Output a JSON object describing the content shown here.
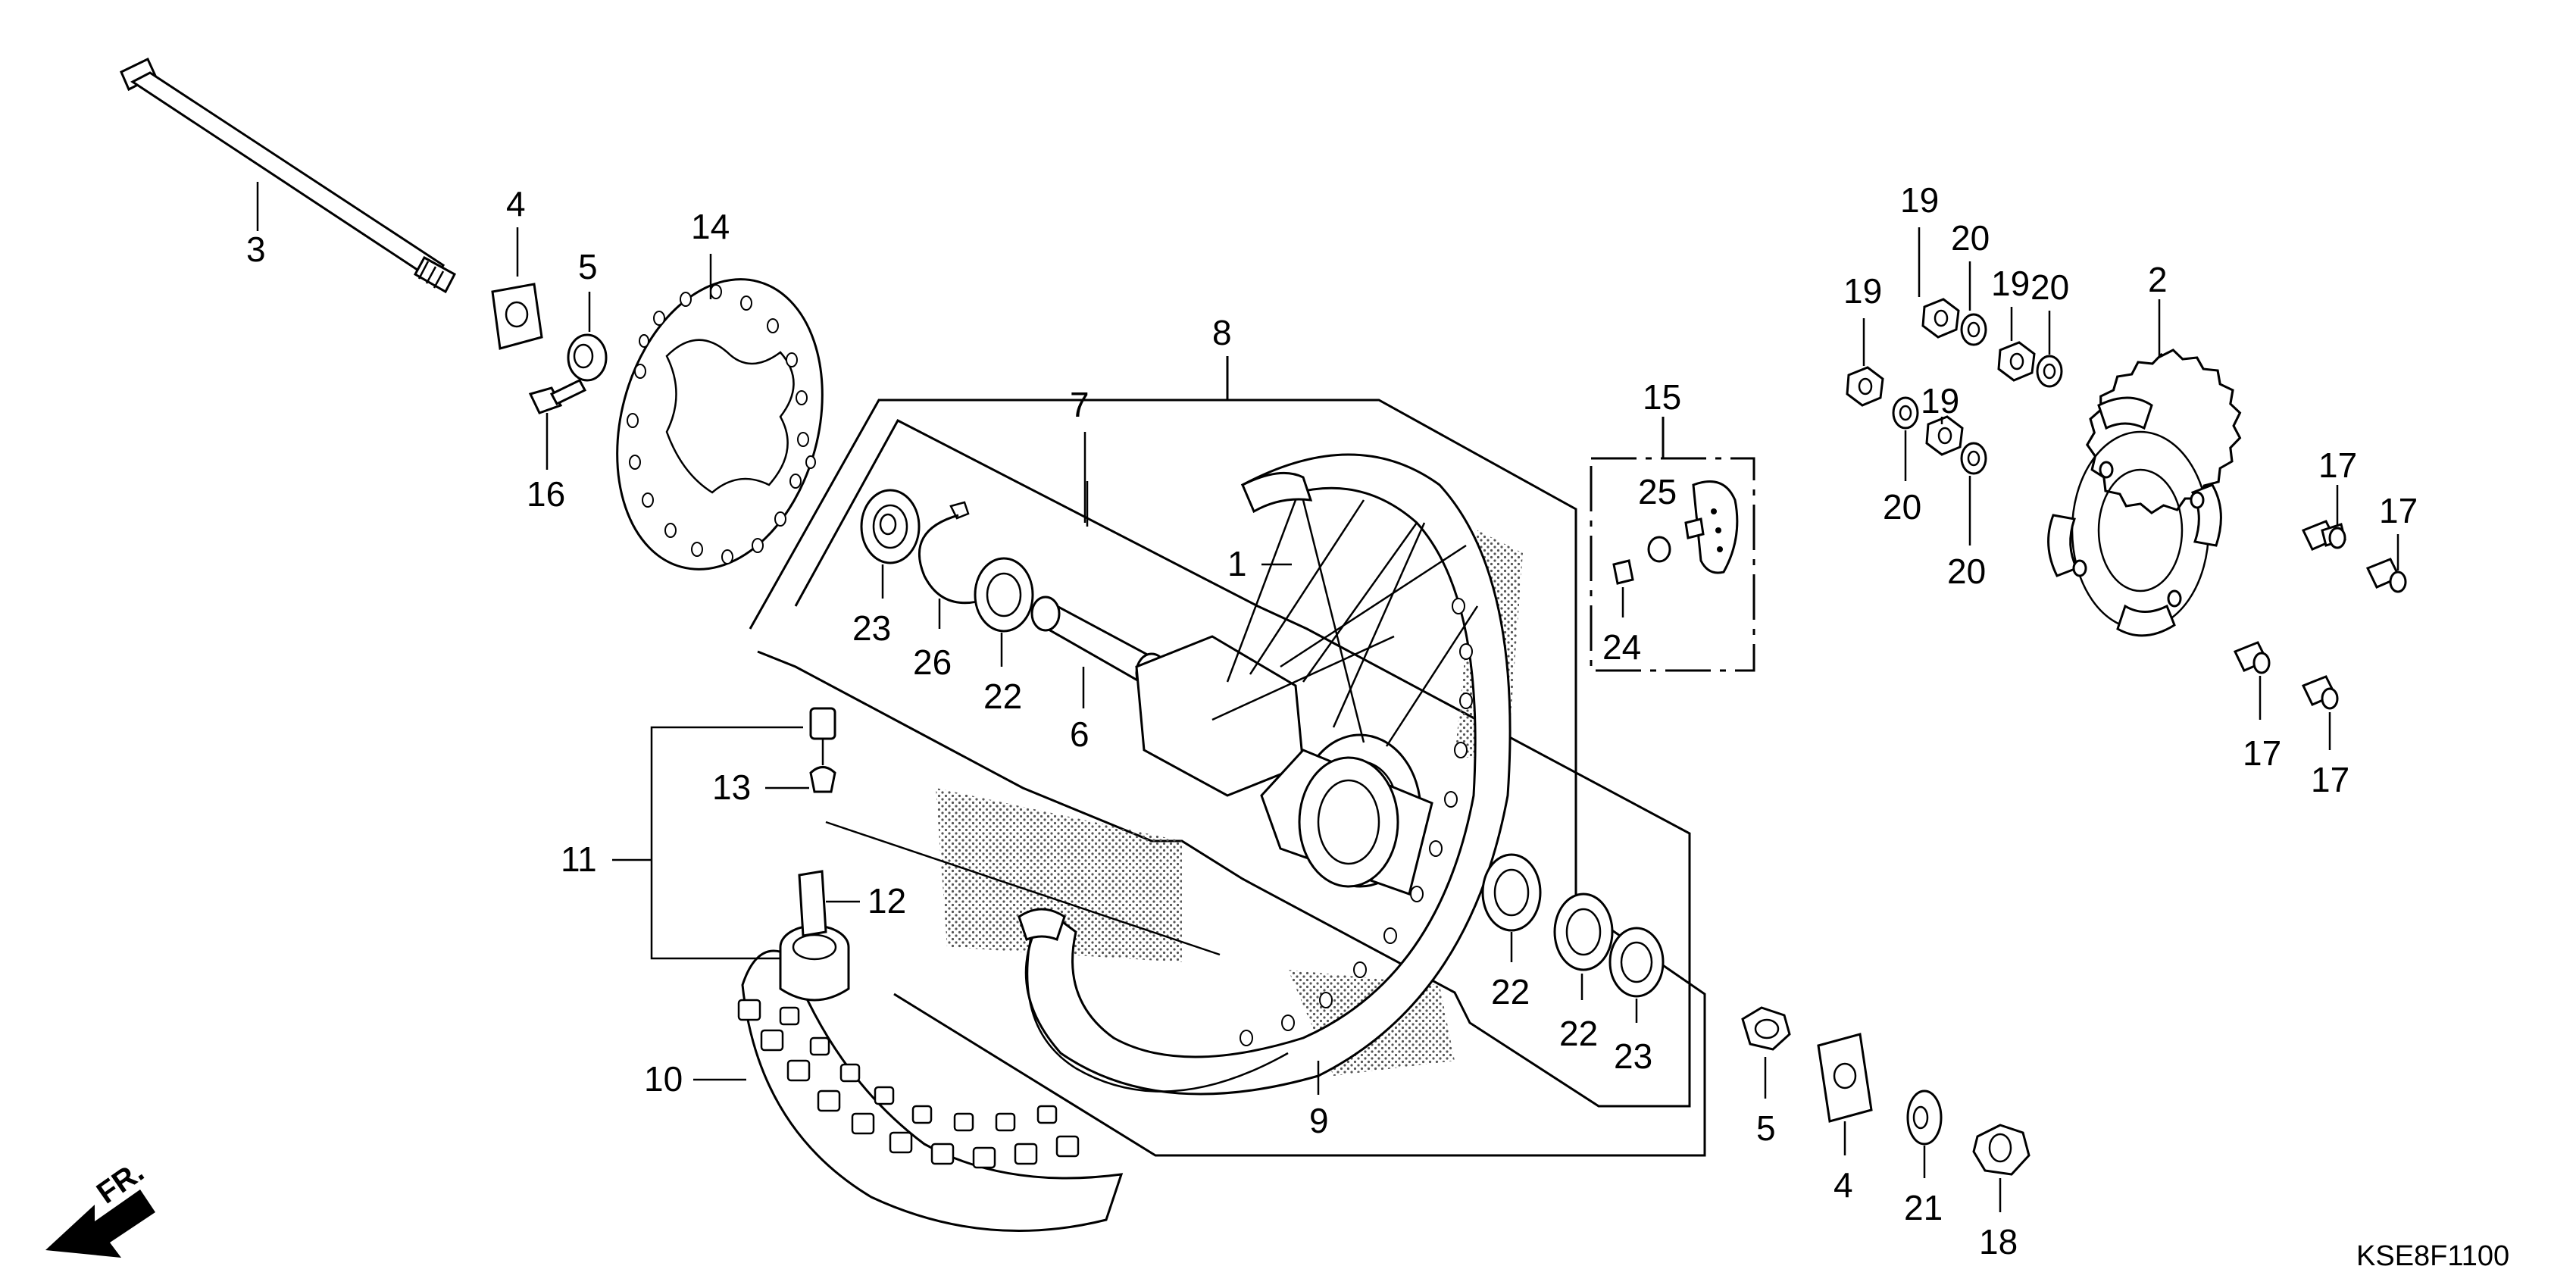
{
  "diagram": {
    "part_code": "KSE8F1100",
    "front_indicator": "FR.",
    "callouts": {
      "n1": "1",
      "n2": "2",
      "n3": "3",
      "n4a": "4",
      "n4b": "4",
      "n5a": "5",
      "n5b": "5",
      "n6": "6",
      "n7": "7",
      "n8": "8",
      "n9": "9",
      "n10": "10",
      "n11": "11",
      "n12": "12",
      "n13": "13",
      "n14": "14",
      "n15": "15",
      "n16": "16",
      "n17a": "17",
      "n17b": "17",
      "n17c": "17",
      "n17d": "17",
      "n18": "18",
      "n19a": "19",
      "n19b": "19",
      "n19c": "19",
      "n19d": "19",
      "n20a": "20",
      "n20b": "20",
      "n20c": "20",
      "n20d": "20",
      "n21": "21",
      "n22a": "22",
      "n22b": "22",
      "n22c": "22",
      "n23a": "23",
      "n23b": "23",
      "n24": "24",
      "n25": "25",
      "n26": "26"
    }
  }
}
